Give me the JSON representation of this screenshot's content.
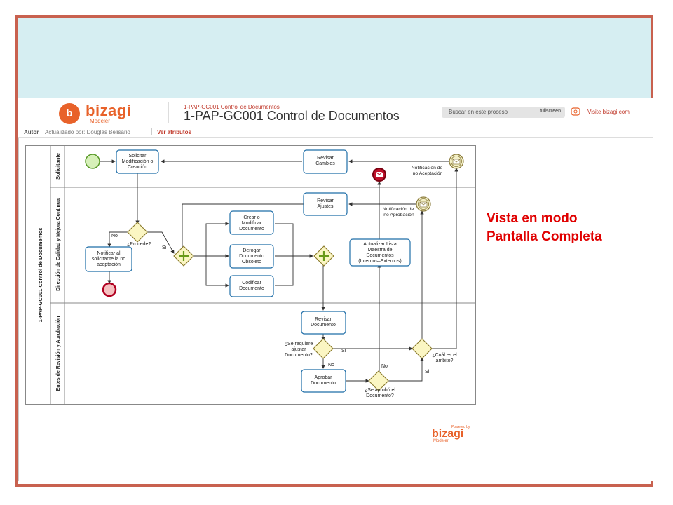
{
  "slide": {
    "note_line1": "Vista en modo",
    "note_line2": "Pantalla Completa"
  },
  "header": {
    "logo_letter": "b",
    "logo_name": "bizagi",
    "logo_sub": "Modeler",
    "breadcrumb": "1-PAP-GC001 Control de Documentos",
    "process_title": "1-PAP-GC001 Control de Documentos",
    "search_placeholder": "Buscar en este proceso",
    "fullscreen_label": "fullscreen",
    "visit_link": "Visite bizagi.com"
  },
  "subbar": {
    "author_label": "Autor",
    "updated_by": "Actualizado por: Douglas Belisario",
    "attributes_link": "Ver atributos"
  },
  "diagram": {
    "pool_title": "1-PAP-GC001 Control de Documentos",
    "lanes": [
      "Solicitante",
      "Dirección de Calidad y Mejora Continua",
      "Entes de Revisión y Aprobación"
    ],
    "tasks": {
      "solicitar": [
        "Solicitar",
        "Modificación o",
        "Creación"
      ],
      "revisar_cambios": [
        "Revisar",
        "Cambios"
      ],
      "revisar_ajustes": [
        "Revisar",
        "Ajustes"
      ],
      "crear": [
        "Crear o",
        "Modificar",
        "Documento"
      ],
      "derogar": [
        "Derogar",
        "Documento",
        "Obsoleto"
      ],
      "codificar": [
        "Codificar",
        "Documento"
      ],
      "notificar": [
        "Notificar  al",
        "solicitante la no",
        "aceptación"
      ],
      "actualizar": [
        "Actualizar Lista",
        "Maestra de",
        "Documentos",
        "(Internos–Externos)"
      ],
      "revisar_doc": [
        "Revisar",
        "Documento"
      ],
      "aprobar_doc": [
        "Aprobar",
        "Documento"
      ]
    },
    "events": {
      "notif_no_aceptacion": [
        "Notificación de",
        "no Aceptación"
      ],
      "notif_no_aprobacion": [
        "Notificación de",
        "no Aprobación"
      ]
    },
    "gateways": {
      "procede": "¿Procede?",
      "requiere_ajustar": [
        "¿Se requiere",
        "ajustar",
        "Documento?"
      ],
      "se_aprobo": [
        "¿Se aprobó el",
        "Documento?"
      ],
      "cual_ambito": [
        "¿Cuál es el",
        "ámbito?"
      ]
    },
    "flow_labels": {
      "no": "No",
      "si": "Si"
    }
  },
  "footer": {
    "powered_by": "Powered by",
    "name": "bizagi",
    "sub": "Modeler"
  }
}
